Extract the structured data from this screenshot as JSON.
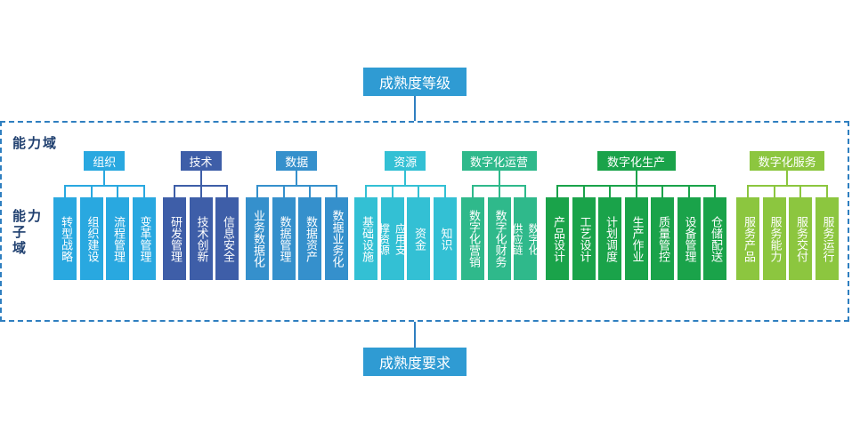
{
  "top_label": "成熟度等级",
  "bottom_label": "成熟度要求",
  "side_labels": {
    "domain": "能力域",
    "subdomain": "能力子域"
  },
  "groups": [
    {
      "name": "组织",
      "color": "#29a8e0",
      "items": [
        "转型战略",
        "组织建设",
        "流程管理",
        "变革管理"
      ]
    },
    {
      "name": "技术",
      "color": "#3e5ea8",
      "items": [
        "研发管理",
        "技术创新",
        "信息安全"
      ]
    },
    {
      "name": "数据",
      "color": "#3590cc",
      "items": [
        "业务数据化",
        "数据管理",
        "数据资产",
        "数据业务化"
      ]
    },
    {
      "name": "资源",
      "color": "#33c0d4",
      "items": [
        "基础设施",
        "应用支撑资源",
        "资金",
        "知识"
      ]
    },
    {
      "name": "数字化运营",
      "color": "#2fb98b",
      "items": [
        "数字化营销",
        "数字化财务",
        "数字化供应链"
      ]
    },
    {
      "name": "数字化生产",
      "color": "#1aa34a",
      "items": [
        "产品设计",
        "工艺设计",
        "计划调度",
        "生产作业",
        "质量管控",
        "设备管理",
        "仓储配送"
      ]
    },
    {
      "name": "数字化服务",
      "color": "#8cc63f",
      "items": [
        "服务产品",
        "服务能力",
        "服务交付",
        "服务运行"
      ]
    }
  ]
}
